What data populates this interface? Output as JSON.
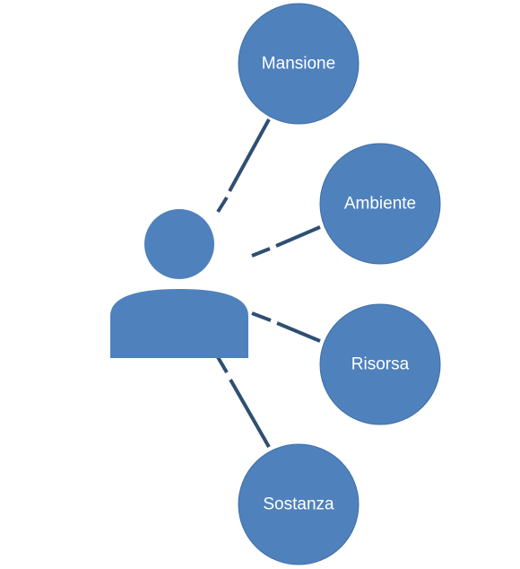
{
  "colors": {
    "node_fill": "#4f81bd",
    "node_stroke": "#3f6fa6",
    "connector": "#2f4f72",
    "label": "#ffffff"
  },
  "diagram": {
    "center_icon": "person-icon",
    "nodes": [
      {
        "id": "mansione",
        "label": "Mansione"
      },
      {
        "id": "ambiente",
        "label": "Ambiente"
      },
      {
        "id": "risorsa",
        "label": "Risorsa"
      },
      {
        "id": "sostanza",
        "label": "Sostanza"
      }
    ]
  }
}
